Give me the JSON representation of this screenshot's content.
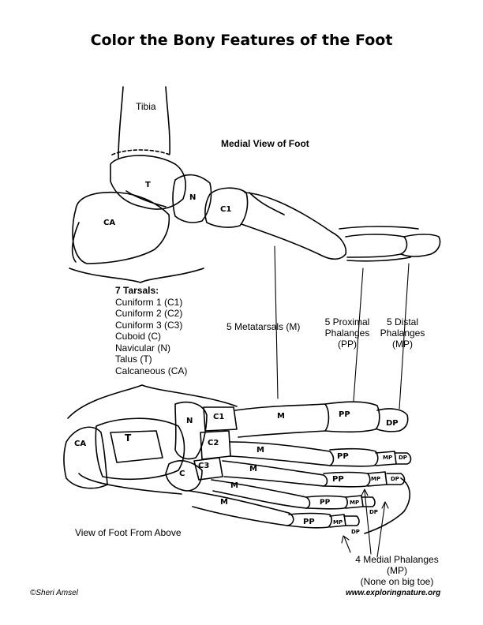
{
  "title": "Color the Bony Features of the Foot",
  "views": {
    "medial": "Medial View of Foot",
    "above": "View of Foot From Above"
  },
  "medial_labels": {
    "tibia": "Tibia",
    "talus": "T",
    "navicular": "N",
    "calcaneus": "CA",
    "cuneiform1": "C1"
  },
  "tarsals": {
    "heading": "7 Tarsals:",
    "items": [
      "Cuniform 1 (C1)",
      "Cuniform 2 (C2)",
      "Cuniform 3 (C3)",
      "Cuboid (C)",
      "Navicular (N)",
      "Talus (T)",
      "Calcaneous (CA)"
    ]
  },
  "callouts": {
    "metatarsals": "5 Metatarsals (M)",
    "proximal": [
      "5 Proximal",
      "Phalanges",
      "(PP)"
    ],
    "distal": [
      "5 Distal",
      "Phalanges",
      "(MP)"
    ],
    "medial_phalanges": [
      "4 Medial Phalanges",
      "(MP)",
      "(None on big toe)"
    ]
  },
  "above_labels": {
    "calcaneus": "CA",
    "talus": "T",
    "navicular": "N",
    "c1": "C1",
    "c2": "C2",
    "c3": "C3",
    "cuboid": "C",
    "metatarsal": "M",
    "proximal": "PP",
    "medial": "MP",
    "distal": "DP"
  },
  "footer": {
    "author": "©Sheri Amsel",
    "site": "www.exploringnature.org"
  }
}
